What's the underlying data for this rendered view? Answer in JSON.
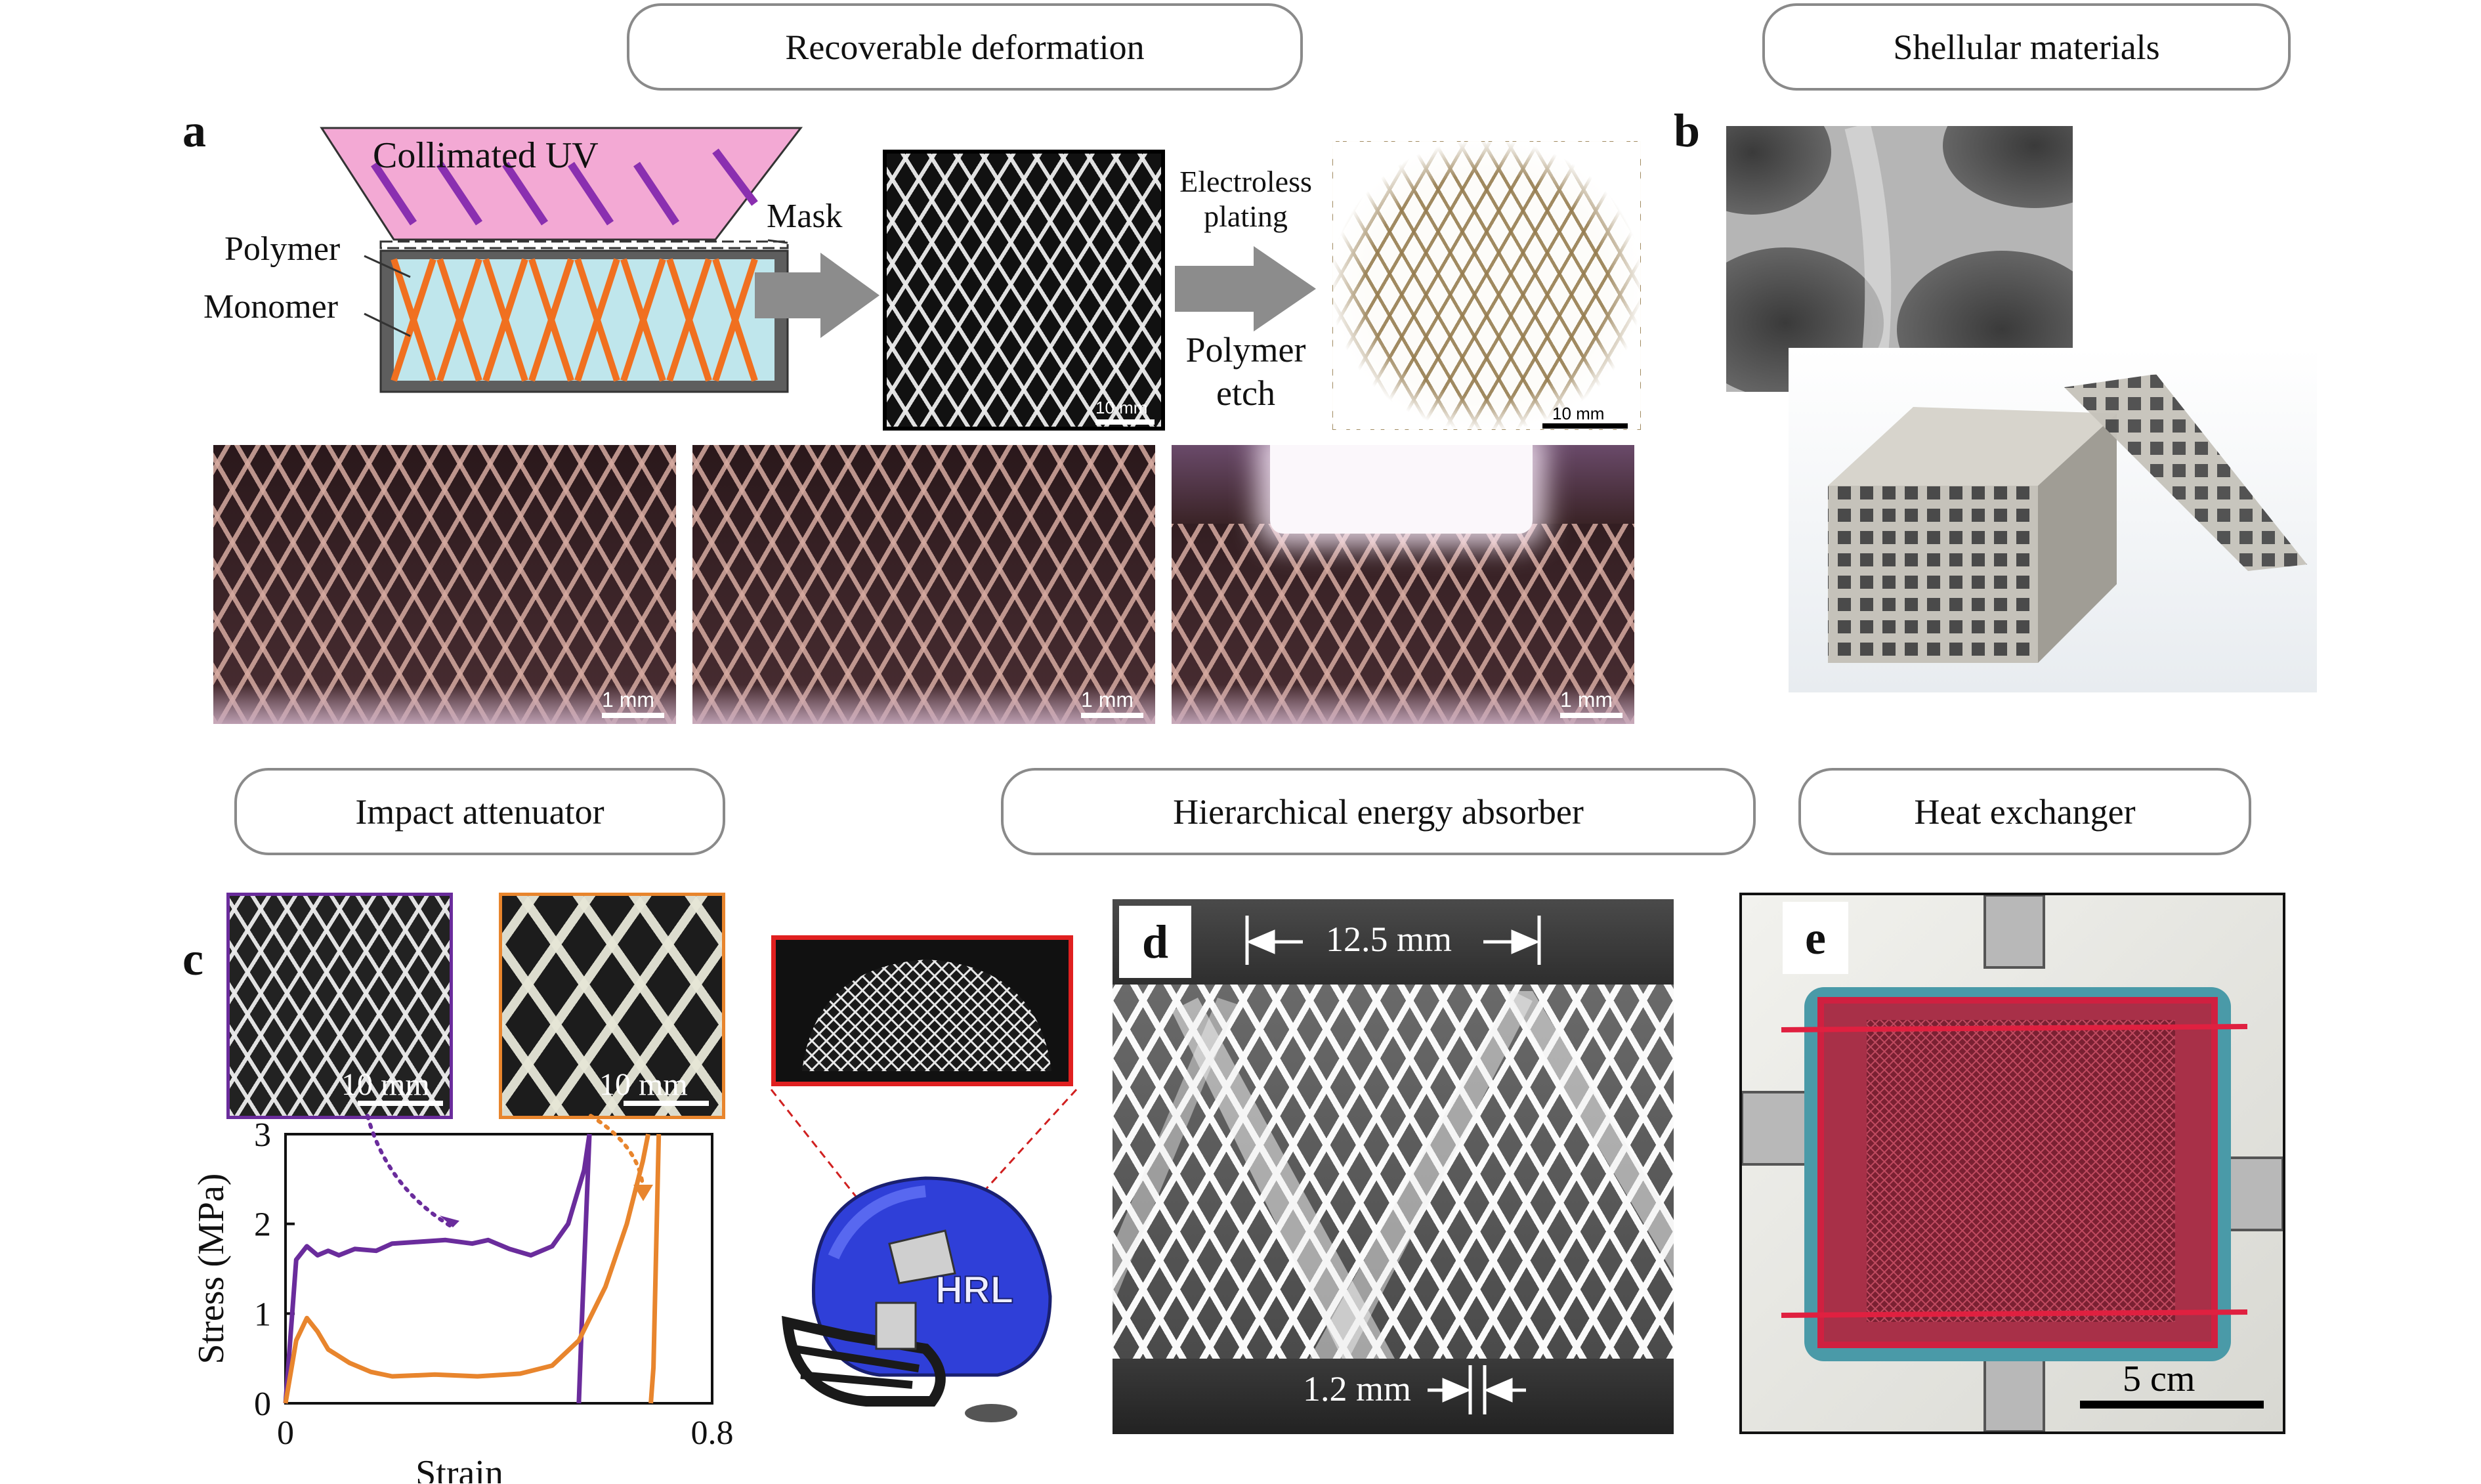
{
  "headers": {
    "recoverable": "Recoverable deformation",
    "shellular": "Shellular materials",
    "impact": "Impact attenuator",
    "hierarchical": "Hierarchical energy absorber",
    "heat": "Heat exchanger"
  },
  "panel_letters": {
    "a": "a",
    "b": "b",
    "c": "c",
    "d": "d",
    "e": "e"
  },
  "panel_a": {
    "uv_label": "Collimated UV",
    "mask_label": "Mask",
    "polymer_label": "Polymer",
    "monomer_label": "Monomer",
    "plating_label_1": "Electroless",
    "plating_label_2": "plating",
    "etch_label_1": "Polymer",
    "etch_label_2": "etch",
    "scale_10mm_a": "10 mm",
    "scale_10mm_b": "10 mm",
    "scale_1mm_1": "1 mm",
    "scale_1mm_2": "1 mm",
    "scale_1mm_3": "1 mm"
  },
  "panel_c": {
    "scale_left": "10 mm",
    "scale_right": "10 mm",
    "helmet_text": "HRL",
    "colors": {
      "purple": "#6a2c9c",
      "orange": "#e8852d"
    },
    "chart_data": {
      "type": "line",
      "xlabel": "Strain",
      "ylabel": "Stress (MPa)",
      "xlim": [
        0,
        0.8
      ],
      "ylim": [
        0,
        3
      ],
      "x_ticks": [
        "0",
        "0.8"
      ],
      "y_ticks": [
        "0",
        "1",
        "2",
        "3"
      ],
      "series": [
        {
          "color": "#6a2c9c",
          "points": [
            [
              0,
              0
            ],
            [
              0.02,
              1.6
            ],
            [
              0.04,
              1.75
            ],
            [
              0.06,
              1.65
            ],
            [
              0.08,
              1.7
            ],
            [
              0.1,
              1.65
            ],
            [
              0.13,
              1.72
            ],
            [
              0.17,
              1.7
            ],
            [
              0.2,
              1.78
            ],
            [
              0.25,
              1.8
            ],
            [
              0.3,
              1.82
            ],
            [
              0.35,
              1.78
            ],
            [
              0.38,
              1.82
            ],
            [
              0.42,
              1.72
            ],
            [
              0.46,
              1.65
            ],
            [
              0.5,
              1.75
            ],
            [
              0.53,
              2.0
            ],
            [
              0.56,
              2.6
            ],
            [
              0.57,
              3.0
            ]
          ],
          "unload": [
            [
              0.57,
              3.0
            ],
            [
              0.555,
              0.8
            ],
            [
              0.55,
              0
            ]
          ]
        },
        {
          "color": "#e8852d",
          "points": [
            [
              0,
              0
            ],
            [
              0.02,
              0.7
            ],
            [
              0.04,
              0.95
            ],
            [
              0.06,
              0.8
            ],
            [
              0.08,
              0.6
            ],
            [
              0.12,
              0.45
            ],
            [
              0.16,
              0.35
            ],
            [
              0.2,
              0.3
            ],
            [
              0.28,
              0.32
            ],
            [
              0.36,
              0.3
            ],
            [
              0.44,
              0.33
            ],
            [
              0.5,
              0.42
            ],
            [
              0.55,
              0.7
            ],
            [
              0.6,
              1.3
            ],
            [
              0.64,
              2.0
            ],
            [
              0.67,
              2.7
            ],
            [
              0.68,
              3.0
            ]
          ],
          "unload": [
            [
              0.7,
              3.0
            ],
            [
              0.69,
              0.4
            ],
            [
              0.685,
              0
            ]
          ]
        }
      ]
    }
  },
  "panel_d": {
    "dim_top": "12.5 mm",
    "dim_bottom": "1.2 mm"
  },
  "panel_e": {
    "scale": "5 cm"
  }
}
